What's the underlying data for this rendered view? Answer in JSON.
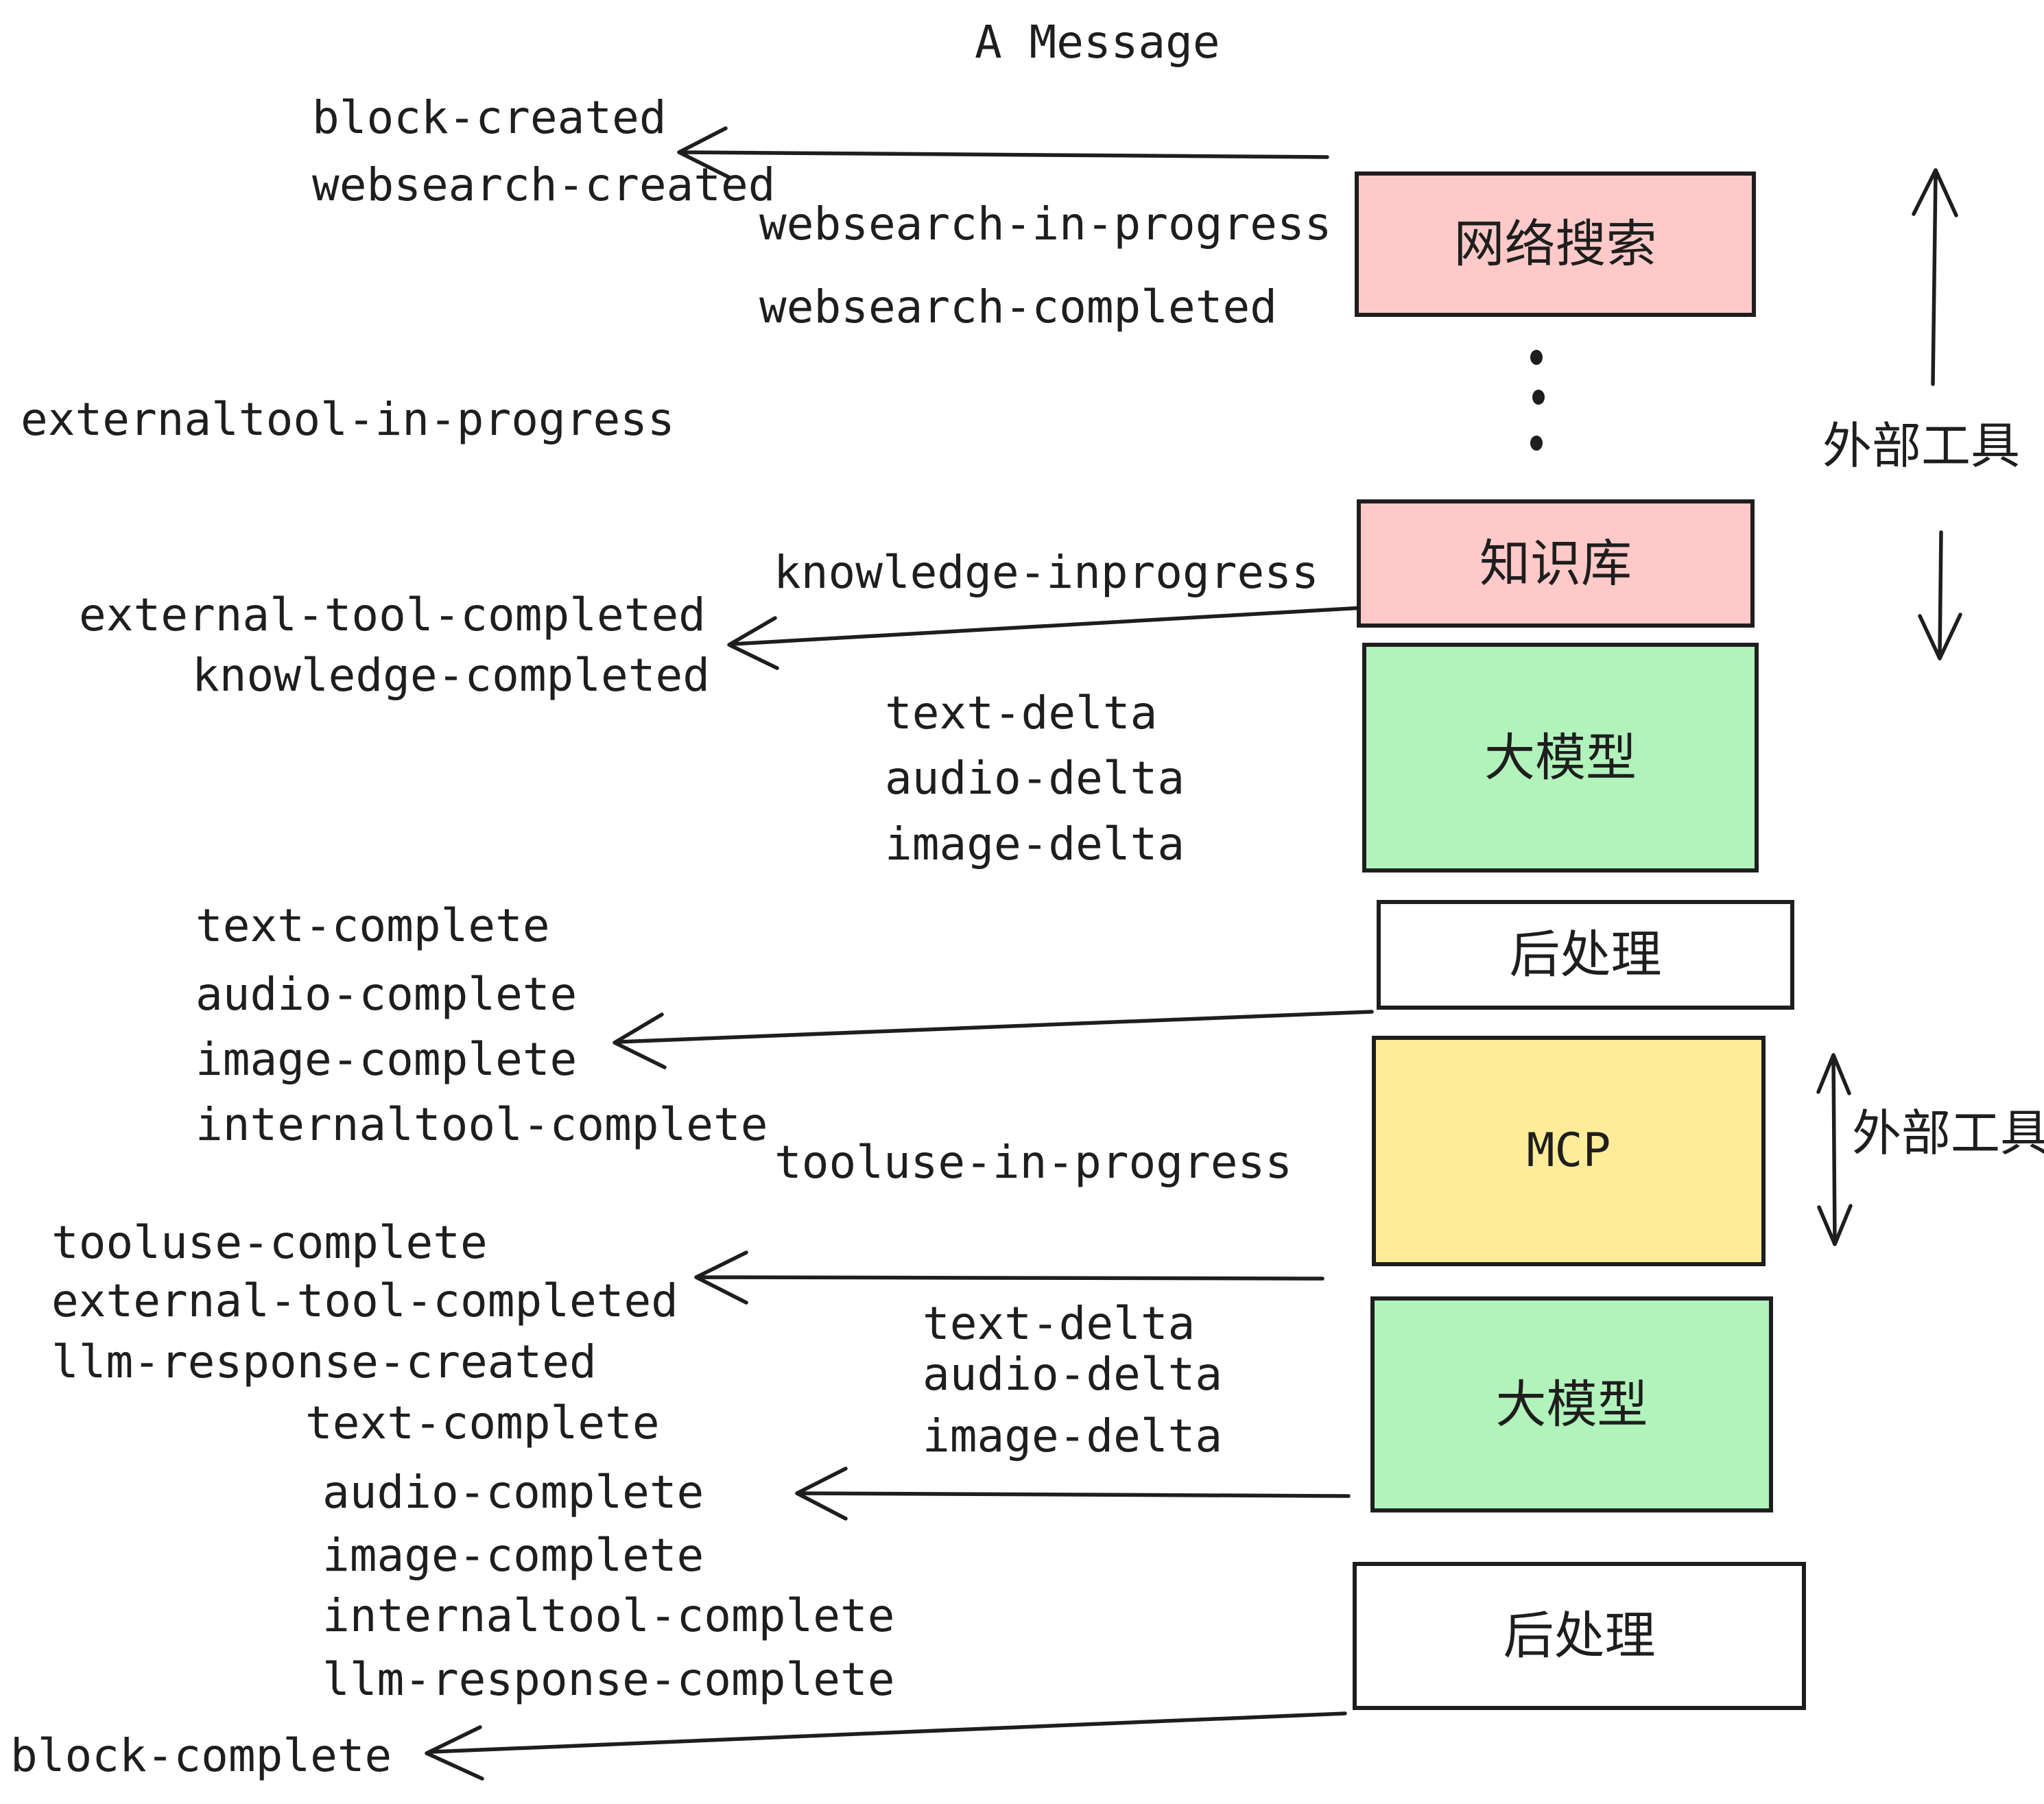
{
  "title": "A Message",
  "events": {
    "block_created": "block-created",
    "websearch_created": "websearch-created",
    "websearch_in_progress": "websearch-in-progress",
    "websearch_completed": "websearch-completed",
    "externaltool_in_progress": "externaltool-in-progress",
    "knowledge_inprogress": "knowledge-inprogress",
    "external_tool_completed": "external-tool-completed",
    "knowledge_completed": "knowledge-completed",
    "text_delta": "text-delta",
    "audio_delta": "audio-delta",
    "image_delta": "image-delta",
    "text_complete": "text-complete",
    "audio_complete": "audio-complete",
    "image_complete": "image-complete",
    "internaltool_complete": "internaltool-complete",
    "tooluse_in_progress": "tooluse-in-progress",
    "tooluse_complete": "tooluse-complete",
    "llm_response_created": "llm-response-created",
    "llm_response_complete": "llm-response-complete",
    "block_complete": "block-complete"
  },
  "boxes": {
    "websearch": "网络搜索",
    "knowledge": "知识库",
    "llm": "大模型",
    "postprocess": "后处理",
    "mcp": "MCP"
  },
  "annotations": {
    "external_tools": "外部工具"
  },
  "icons": {
    "ellipsis_dots": "vertical-ellipsis"
  },
  "colors": {
    "pink": "#ffc9c9",
    "green": "#b2f2bb",
    "yellow": "#ffec99",
    "white": "#ffffff",
    "stroke": "#1e1e1e"
  }
}
